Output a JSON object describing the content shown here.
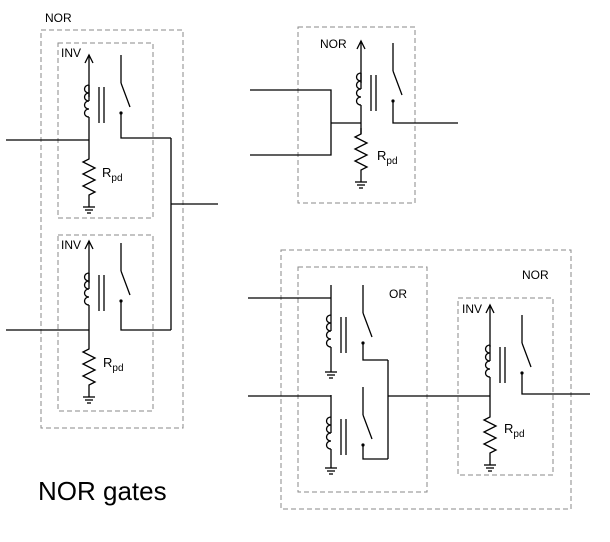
{
  "title": "NOR gates",
  "labels": {
    "nor": "NOR",
    "inv": "INV",
    "or": "OR",
    "resistor_main": "R",
    "resistor_sub": "pd"
  },
  "colors": {
    "wire": "#000000",
    "box": "#8a8a8a",
    "background": "#ffffff"
  }
}
